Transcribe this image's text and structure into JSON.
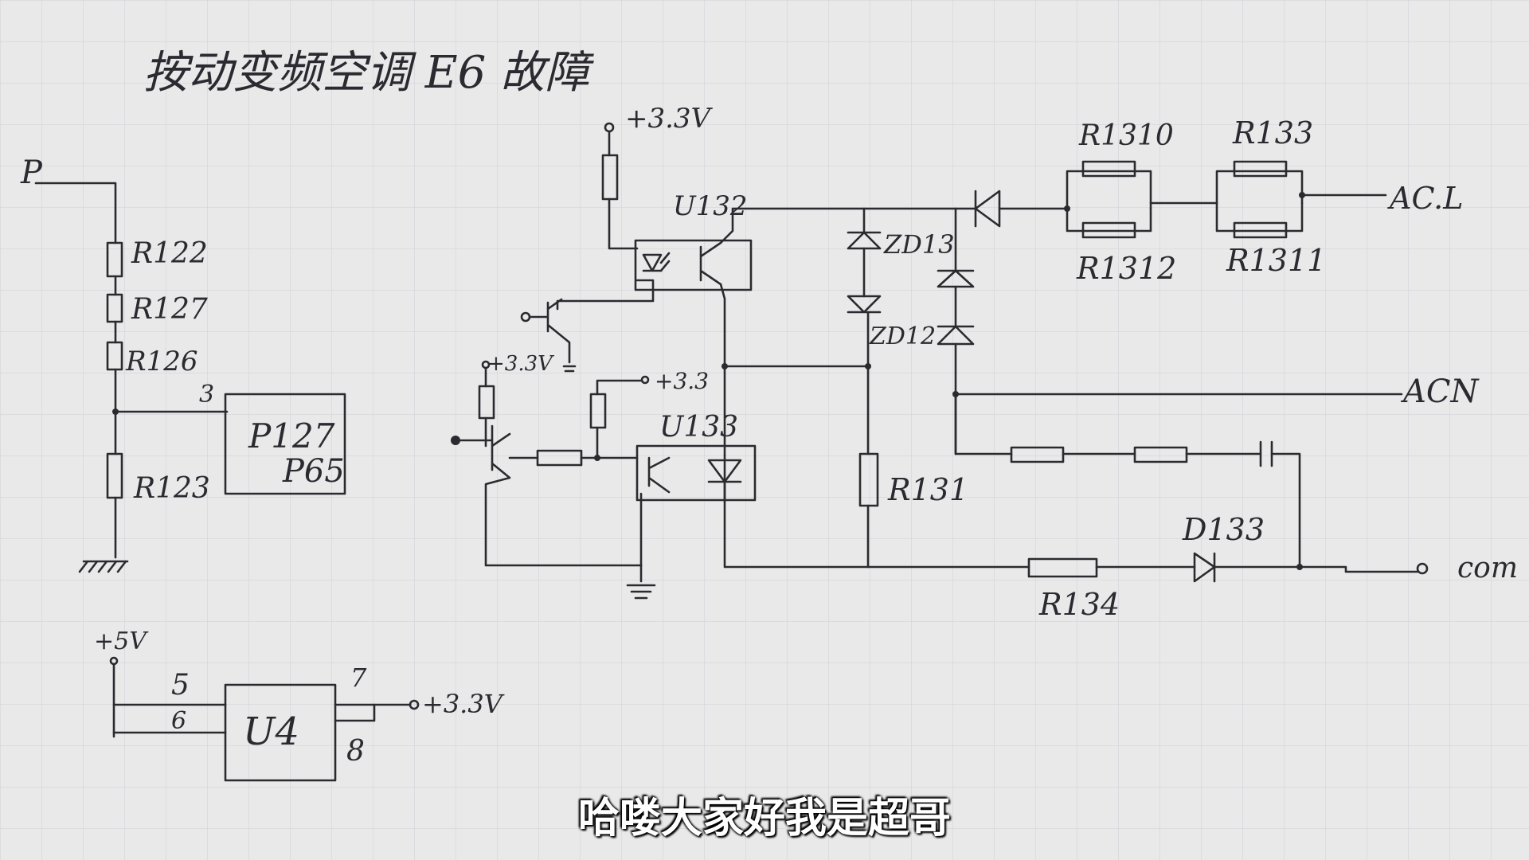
{
  "title": "按动变频空调 E6 故障",
  "subtitle": "哈喽大家好我是超哥",
  "labels": {
    "p": "P",
    "r122": "R122",
    "r127": "R127",
    "r126": "R126",
    "r123": "R123",
    "pin3": "3",
    "ic_top": "P127",
    "ic_bottom": "P65",
    "plus5v": "+5V",
    "pin5": "5",
    "pin6": "6",
    "u4": "U4",
    "pin7": "7",
    "pin8": "8",
    "v33_u4": "+3.3V",
    "v33_top": "+3.3V",
    "u132": "U132",
    "v33_left": "+3.3V",
    "v33_mid": "+3.3",
    "u133": "U133",
    "zd13": "ZD13",
    "zd12": "ZD12",
    "r131": "R131",
    "r1310": "R1310",
    "r1312": "R1312",
    "r133": "R133",
    "r1311": "R1311",
    "acl": "AC.L",
    "acn": "ACN",
    "d133": "D133",
    "r134": "R134",
    "com": "com"
  }
}
